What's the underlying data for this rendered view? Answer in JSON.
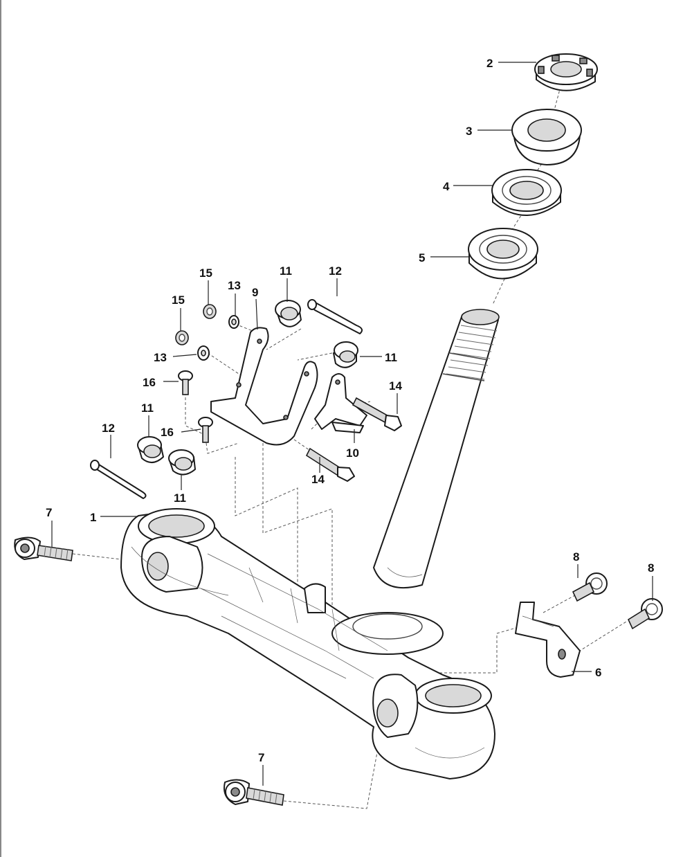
{
  "callouts": {
    "c1": "1",
    "c2": "2",
    "c3": "3",
    "c4": "4",
    "c5": "5",
    "c6": "6",
    "c7a": "7",
    "c7b": "7",
    "c8a": "8",
    "c8b": "8",
    "c9": "9",
    "c10": "10",
    "c11a": "11",
    "c11b": "11",
    "c11c": "11",
    "c11d": "11",
    "c12a": "12",
    "c12b": "12",
    "c13a": "13",
    "c13b": "13",
    "c14a": "14",
    "c14b": "14",
    "c15a": "15",
    "c15b": "15",
    "c16a": "16",
    "c16b": "16"
  }
}
